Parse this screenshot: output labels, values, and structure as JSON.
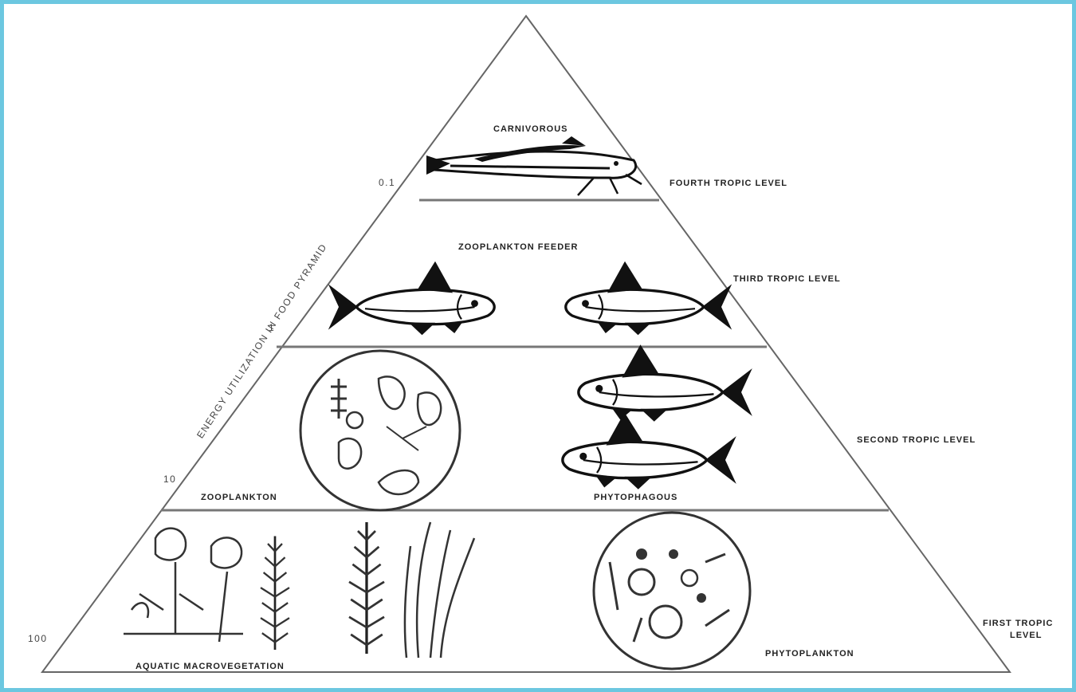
{
  "diagram": {
    "top_label": "CARNIVOROUS",
    "zooplankton_feeder_label": "ZOOPLANKTON FEEDER",
    "zooplankton_label": "ZOOPLANKTON",
    "phytophagous_label": "PHYTOPHAGOUS",
    "phytoplankton_label": "PHYTOPLANKTON",
    "macrovegetation_label": "AQUATIC MACROVEGETATION",
    "axis_label": "ENERGY UTILIZATION IN FOOD PYRAMID",
    "axis_tick_top": "0.1",
    "axis_tick_mid": "1",
    "axis_tick_low": "10",
    "axis_tick_bottom": "100",
    "levels": {
      "fourth": "FOURTH TROPIC LEVEL",
      "third": "THIRD TROPIC LEVEL",
      "second": "SECOND TROPIC LEVEL",
      "first_line1": "FIRST TROPIC",
      "first_line2": "LEVEL"
    }
  }
}
